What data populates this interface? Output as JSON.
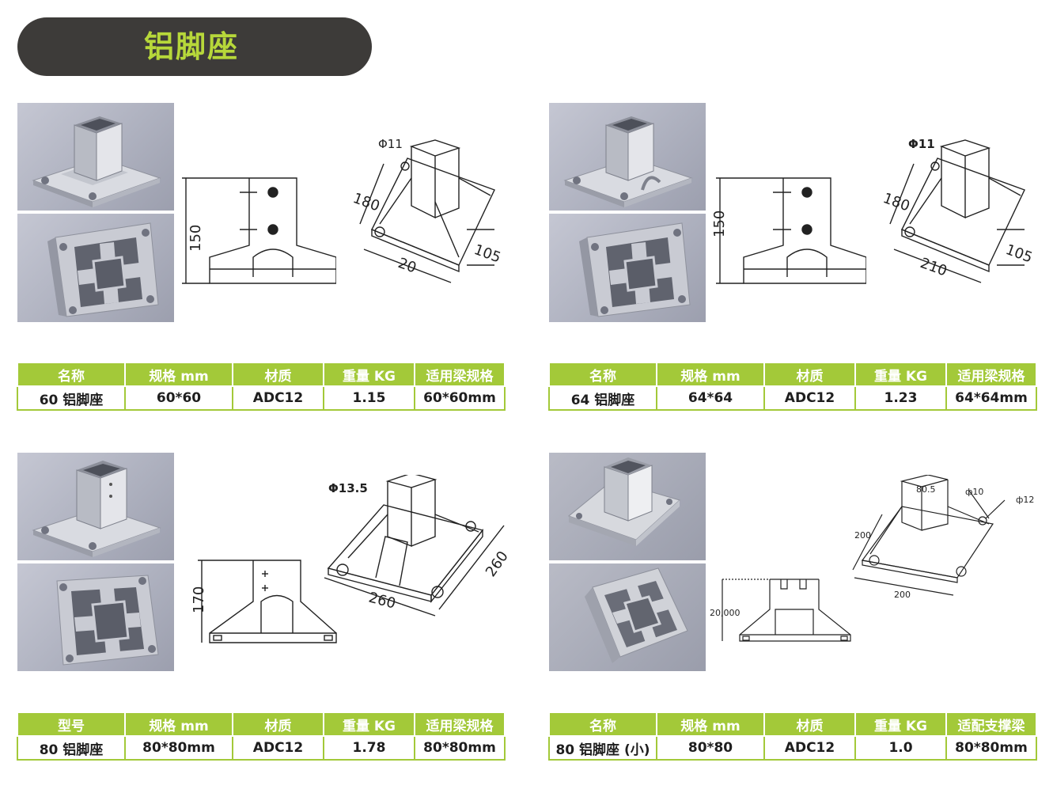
{
  "page_title": "铝脚座",
  "products": [
    {
      "drawing_labels": {
        "height": "150",
        "hole": "Φ11",
        "length": "180",
        "width": "20",
        "depth": "105"
      },
      "headers": [
        "名称",
        "规格 mm",
        "材质",
        "重量 KG",
        "适用梁规格"
      ],
      "row": [
        "60 铝脚座",
        "60*60",
        "ADC12",
        "1.15",
        "60*60mm"
      ]
    },
    {
      "drawing_labels": {
        "height": "150",
        "hole": "Φ11",
        "length": "180",
        "width": "210",
        "depth": "105"
      },
      "headers": [
        "名称",
        "规格 mm",
        "材质",
        "重量 KG",
        "适用梁规格"
      ],
      "row": [
        "64 铝脚座",
        "64*64",
        "ADC12",
        "1.23",
        "64*64mm"
      ]
    },
    {
      "drawing_labels": {
        "height": "170",
        "hole": "Φ13.5",
        "length": "260",
        "width": "260"
      },
      "headers": [
        "型号",
        "规格 mm",
        "材质",
        "重量 KG",
        "适用梁规格"
      ],
      "row": [
        "80 铝脚座",
        "80*80mm",
        "ADC12",
        "1.78",
        "80*80mm"
      ]
    },
    {
      "drawing_labels": {
        "height": "20,000",
        "tube": "80.5",
        "hole_small": "ф10",
        "hole_large": "ф12",
        "length": "200",
        "width": "200"
      },
      "headers": [
        "名称",
        "规格 mm",
        "材质",
        "重量 KG",
        "适配支撑梁"
      ],
      "row": [
        "80 铝脚座 (小)",
        "80*80",
        "ADC12",
        "1.0",
        "80*80mm"
      ]
    }
  ]
}
